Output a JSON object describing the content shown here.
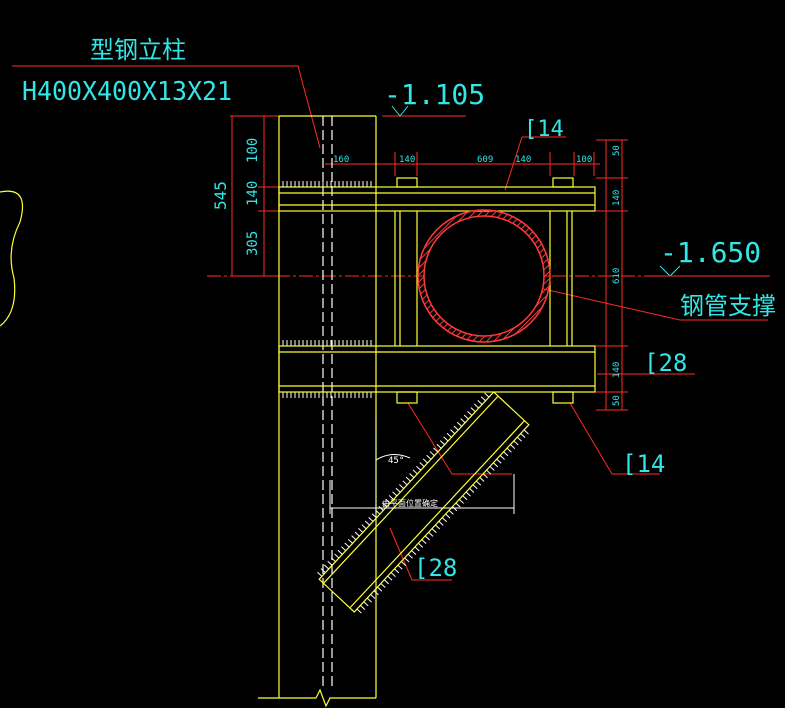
{
  "column_title": "型钢立柱",
  "column_spec": "H400X400X13X21",
  "elevation_top": "-1.105",
  "elevation_mid": "-1.650",
  "pipe_label": "钢管支撑",
  "channel_top_label": "[14",
  "channel_c28_right_label": "[28",
  "channel_c14_bottom_label": "[14",
  "channel_c28_diag_label": "[28",
  "angle_label": "45°",
  "position_note": "由平面位置确定",
  "dims_left": {
    "total": "545",
    "d100": "100",
    "d140": "140",
    "d305": "305"
  },
  "dims_top": {
    "d160": "160",
    "d140a": "140",
    "d609": "609",
    "d140b": "140",
    "d100": "100"
  },
  "dims_right": {
    "d50a": "50",
    "d140a": "140",
    "d610": "610",
    "d140b": "140",
    "d50b": "50"
  },
  "colors": {
    "background": "#000000",
    "steel": "#ffff33",
    "text": "#33e5e5",
    "leader": "#ff2a2a",
    "pipe": "#ff3a3a",
    "white": "#ffffff",
    "dim": "#ff5050"
  }
}
